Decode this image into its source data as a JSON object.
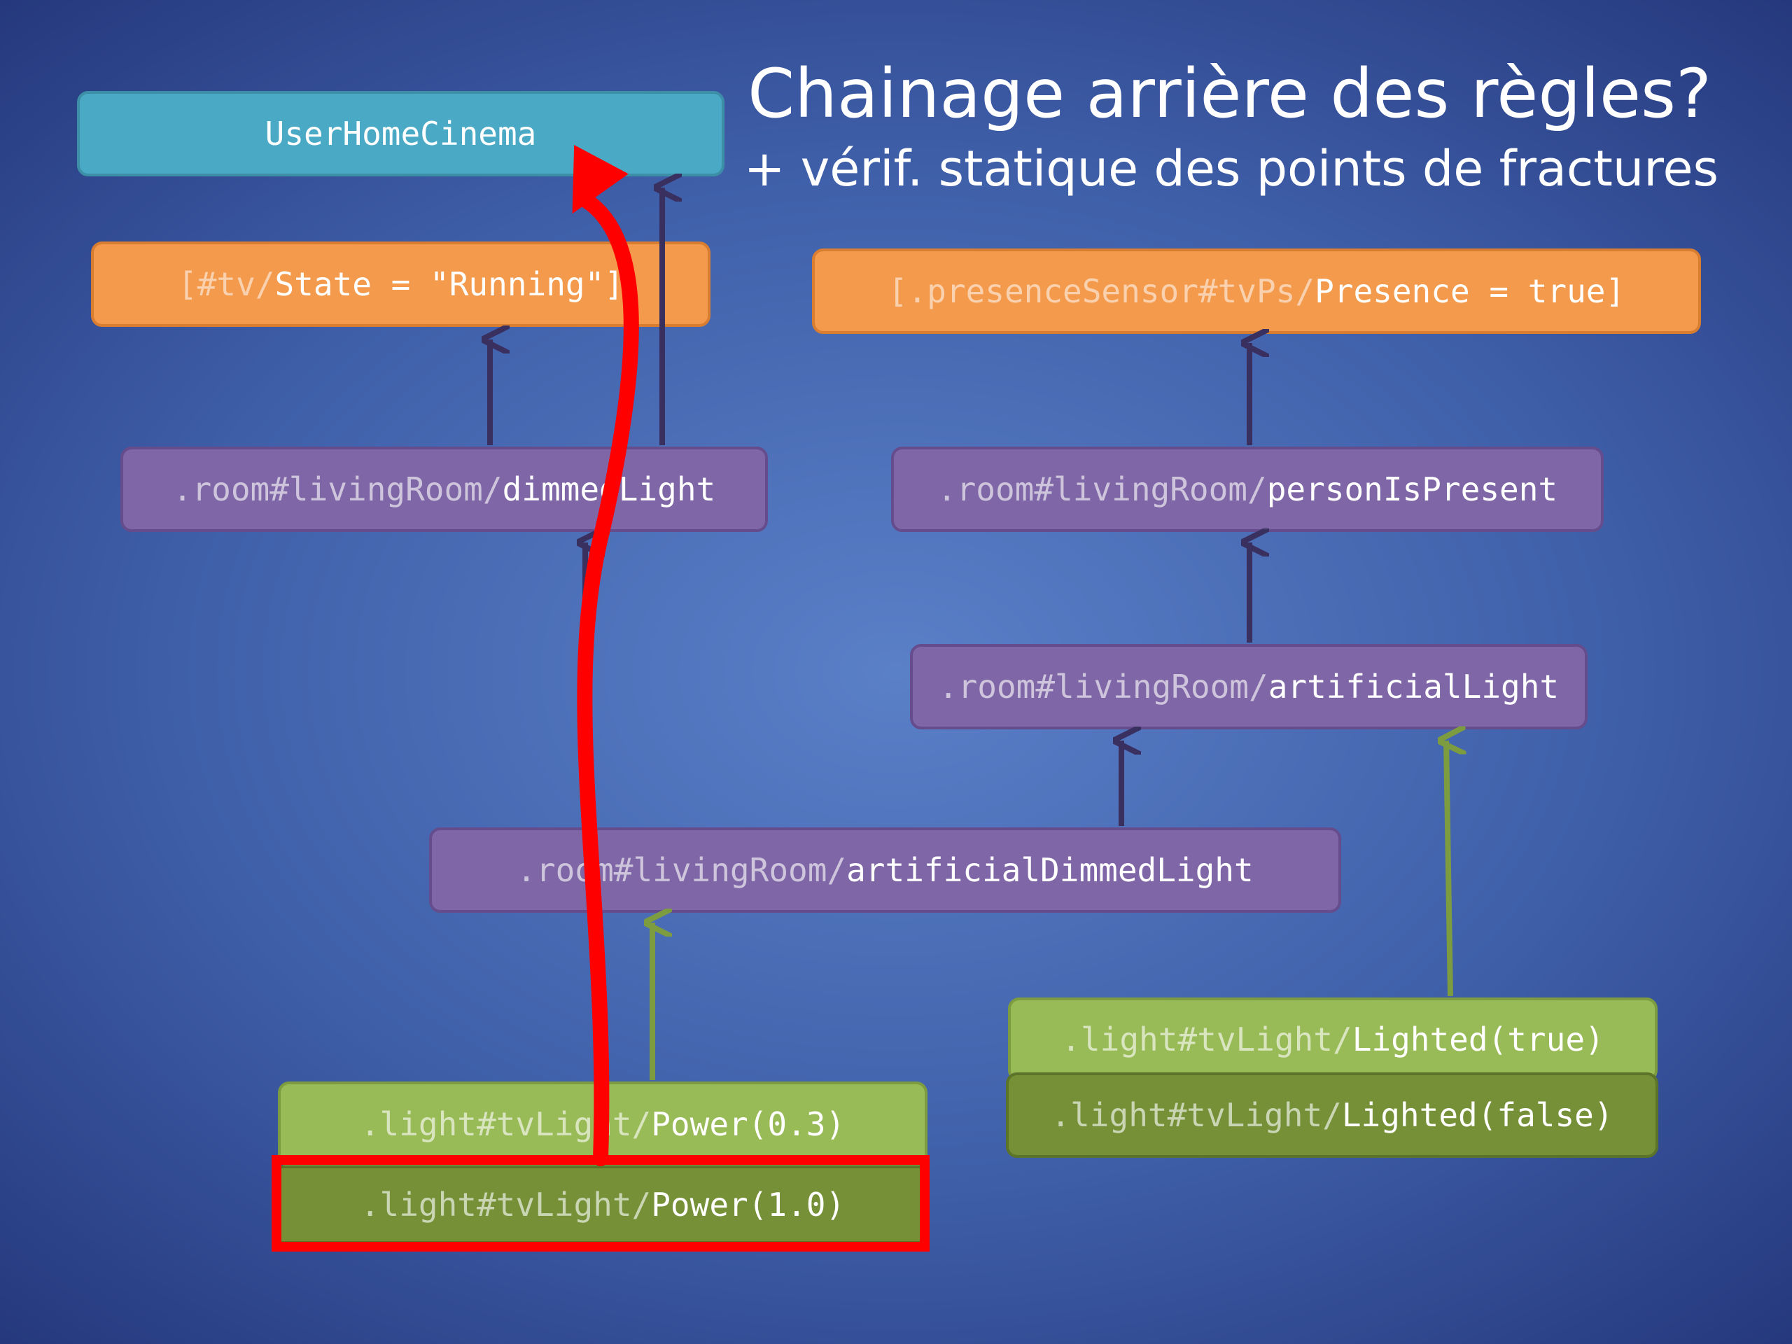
{
  "title": {
    "main": "Chainage arrière des règles?",
    "sub": "+ vérif. statique des points de fractures"
  },
  "nodes": {
    "user_home_cinema": {
      "text": "UserHomeCinema"
    },
    "tv_state": {
      "pre": "[#tv/",
      "post": "State = \"Running\"]"
    },
    "presence": {
      "pre": "[.presenceSensor#tvPs/",
      "post": "Presence = true]"
    },
    "dimmed_light": {
      "pre": ".room#livingRoom/",
      "post": "dimmedLight"
    },
    "person_is_present": {
      "pre": ".room#livingRoom/",
      "post": "personIsPresent"
    },
    "artificial_light": {
      "pre": ".room#livingRoom/",
      "post": "artificialLight"
    },
    "artificial_dimmed_light": {
      "pre": ".room#livingRoom/",
      "post": "artificialDimmedLight"
    },
    "lighted_true": {
      "pre": ".light#tvLight/",
      "post": "Lighted(true)"
    },
    "lighted_false": {
      "pre": ".light#tvLight/",
      "post": "Lighted(false)"
    },
    "power_03": {
      "pre": ".light#tvLight/",
      "post": "Power(0.3)"
    },
    "power_10": {
      "pre": ".light#tvLight/",
      "post": "Power(1.0)"
    }
  },
  "colors": {
    "dark_arrow": "#3a3060",
    "green_arrow": "#7d9c40",
    "highlight": "#ff0000"
  }
}
